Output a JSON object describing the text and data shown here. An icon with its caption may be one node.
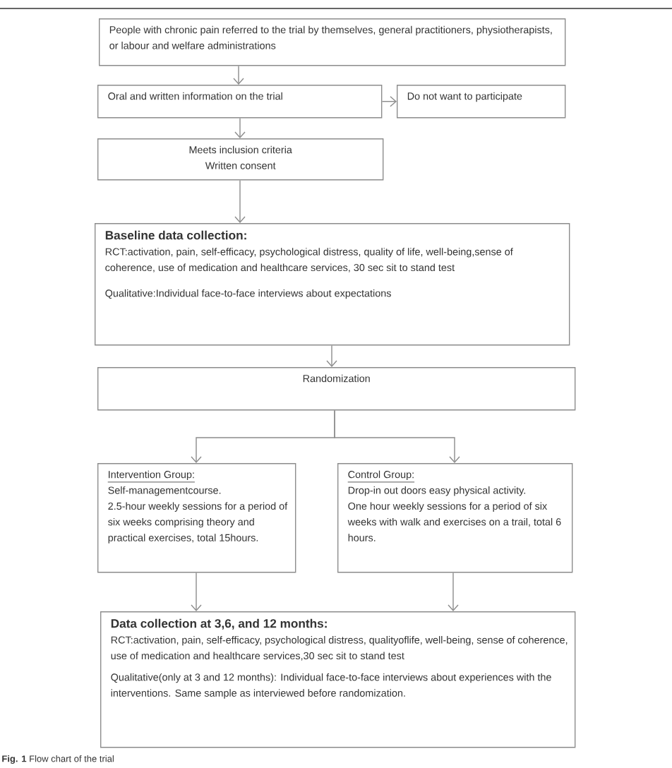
{
  "diagram": {
    "caption": "**Fig. 1** Flow chart of the trial",
    "nodes": [
      {
        "text": [
          "People with chronic pain referred to the trial by themselves, general practitioners, physiotherapists, or labour and welfare administrations"
        ]
      },
      {
        "text": [
          "Oral and written information on the trial"
        ]
      },
      {
        "text": [
          "Do not want to participate"
        ]
      },
      {
        "text": [
          "Meets inclusion criteria",
          "Written consent"
        ]
      },
      {
        "text": [
          "Baseline data collection:",
          "RCT:activation, pain, self-efficacy, psychological distress, quality of life, well-being,sense of coherence, use of medication and healthcare services, 30 sec sit to stand test",
          "Qualitative:Individual face-to-face interviews about expectations"
        ]
      },
      {
        "text": [
          "Randomization"
        ]
      },
      {
        "text": [
          "Intervention Group:",
          "Self-managementcourse.",
          "2.5-hour weekly sessions for a period of six weeks comprising theory and practical exercises, total 15hours."
        ]
      },
      {
        "text": [
          "Control Group:",
          "Drop-in out doors easy physical activity.",
          "One hour weekly sessions for a period of six weeks with walk and exercises on a trail, total 6 hours."
        ]
      },
      {
        "text": [
          "Data collection at 3,6, and 12 months:",
          "RCT:activation, pain, self-efficacy, psychological distress, qualityoflife, well-being, sense of coherence, use of medication and healthcare services,30 sec sit to stand test",
          "Qualitative(only at 3 and 12 months): Individual face-to-face interviews about experiences with the interventions. Same sample as interviewed before randomization."
        ]
      }
    ],
    "edges": [
      {
        "from": 0,
        "to": 1,
        "arrow": "to"
      },
      {
        "from": 1,
        "to": 2,
        "arrow": "to"
      },
      {
        "from": 1,
        "to": 3,
        "arrow": "to"
      },
      {
        "from": 3,
        "to": 4,
        "arrow": "to"
      },
      {
        "from": 4,
        "to": 5,
        "arrow": "to"
      },
      {
        "from": 5,
        "to": 6,
        "arrow": "to"
      },
      {
        "from": 5,
        "to": 7,
        "arrow": "to"
      },
      {
        "from": 6,
        "to": 8,
        "arrow": "to"
      },
      {
        "from": 7,
        "to": 8,
        "arrow": "to"
      }
    ]
  }
}
